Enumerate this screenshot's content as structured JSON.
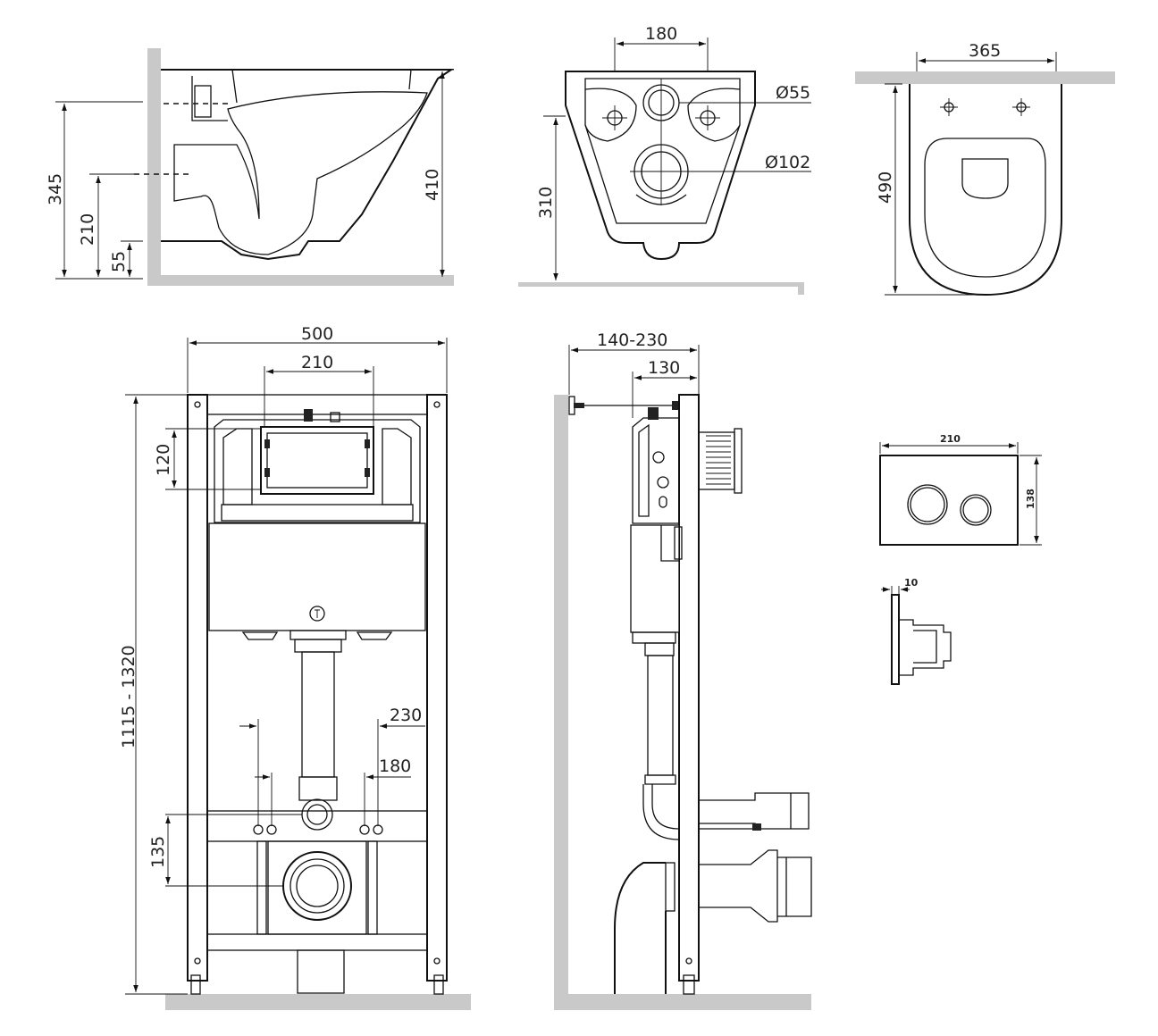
{
  "dimensions": {
    "side_view": {
      "height_345": "345",
      "height_210": "210",
      "height_55": "55",
      "height_410": "410"
    },
    "rear_view": {
      "width_180": "180",
      "diameter_55": "Ø55",
      "diameter_102": "Ø102",
      "height_310": "310"
    },
    "top_view": {
      "width_365": "365",
      "length_490": "490"
    },
    "frame_front": {
      "width_500": "500",
      "width_210": "210",
      "height_120": "120",
      "height_range": "1115 - 1320",
      "spacing_230": "230",
      "spacing_180": "180",
      "height_135": "135"
    },
    "frame_side": {
      "depth_range": "140-230",
      "depth_130": "130"
    },
    "flush_plate": {
      "width_210": "210",
      "height_138": "138",
      "thickness_10": "10"
    }
  },
  "colors": {
    "line": "#111111",
    "wall": "#c9c9c9",
    "text": "#222222"
  }
}
